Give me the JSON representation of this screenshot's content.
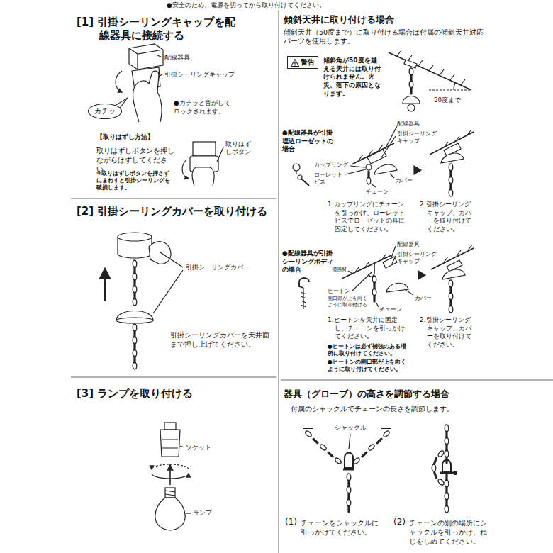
{
  "diagram": {
    "nodes": [
      {
        "text": [
          "カチッ"
        ]
      },
      {
        "text": [
          "警告"
        ]
      }
    ],
    "labels": [
      "●安全のため、電源を切ってから取り付けてください。",
      "[1] 引掛シーリングキャップを配線器具に接続する",
      "配線器具",
      "引掛シーリングキャップ",
      "●カチッと音がしてロックされます。",
      "【取りはずし方法】",
      "取りはずしボタンを押しながらはずしてください。",
      "※取りはずしボタンを押さずにまわすと引掛シーリングを破損します。",
      "取りはずしボタン",
      "[2] 引掛シーリングカバーを取り付ける",
      "引掛シーリングカバー",
      "引掛シーリングカバーを天井面まで押し上げてください。",
      "[3] ランプを取り付ける",
      "ソケット",
      "ランプ",
      "傾斜天井に取り付ける場合",
      "傾斜天井（50度まで）に取り付ける場合は付属の傾斜天井対応パーツを使用します。",
      "傾斜角が50度を越える天井には取り付けられません。火災、落下の原因となります。",
      "50度まで",
      "●配線器具が引掛埋込ローゼットの場合",
      "配線器具",
      "引掛シーリングキャップ",
      "カップリング",
      "ローレットビス",
      "チェーン",
      "カバー",
      "1.カップリングにチェーンを引っかけ、ローレットビスでローゼットの耳に固定してください。",
      "2.引掛シーリングキャップ、カバーを取り付けてください。",
      "●配線器具が引掛シーリングボディの場合",
      "配線器具",
      "引掛シーリングキャップ",
      "補強材",
      "ヒートン",
      "開口部が上を向くように取り付ける",
      "チェーン",
      "カバー",
      "1.ヒートンを天井に固定し、チェーンを引っかけてください。",
      "●ヒートンは必ず補強のある場所に取り付けてください。",
      "●ヒートンの開口部が上を向くように取り付けてください。",
      "2.引掛シーリングキャップ、カバーを取り付けてください。",
      "器具（グローブ）の高さを調節する場合",
      "付属のシャックルでチェーンの長さを調節します。",
      "シャックル",
      "(1)",
      "チェーンをシャックルに引っかけてください。",
      "(2)",
      "チェーンの別の場所にシャックルを引っかけ、ねじをしめてください。"
    ]
  }
}
